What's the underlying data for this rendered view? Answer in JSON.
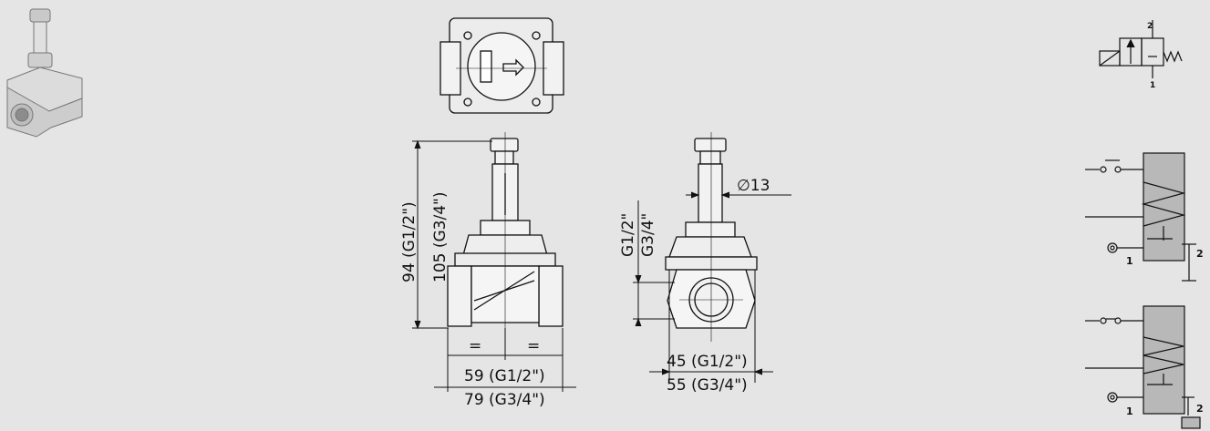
{
  "dimensions": {
    "height_g12": "94 (G1/2\")",
    "height_g34": "105 (G3/4\")",
    "width_g12": "59 (G1/2\")",
    "width_g34": "79 (G3/4\")",
    "equal_left": "=",
    "equal_right": "=",
    "thread_g12": "G1/2\"",
    "thread_g34": "G3/4\"",
    "diameter": "∅13",
    "depth_g12": "45 (G1/2\")",
    "depth_g34": "55 (G3/4\")"
  },
  "symbol_valve": {
    "port_top": "2",
    "port_bottom": "1"
  },
  "circuit_a": {
    "port_in": "1",
    "port_out": "2"
  },
  "circuit_b": {
    "port_in": "1",
    "port_out": "2"
  },
  "colors": {
    "background": "#e5e5e5",
    "line": "#111111",
    "fill_gray": "#b8b8b8"
  }
}
